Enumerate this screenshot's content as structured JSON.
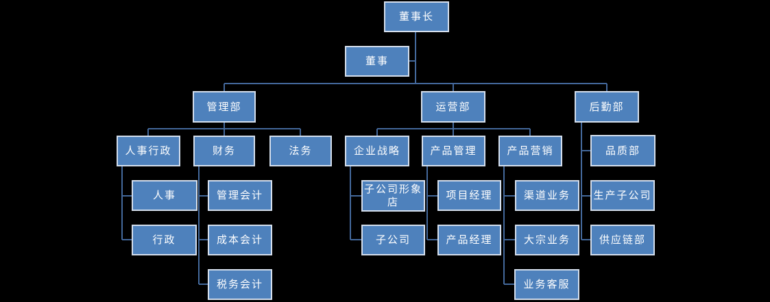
{
  "diagram": {
    "type": "org-chart",
    "colors": {
      "background": "#000000",
      "box_fill": "#4e81bc",
      "box_border": "#d5dfed",
      "connector_line": "#44699c",
      "text": "#ffffff"
    }
  },
  "nodes": {
    "chairman": "董事长",
    "director": "董事",
    "management_dept": "管理部",
    "operations_dept": "运营部",
    "logistics_dept": "后勤部",
    "hr_admin": "人事行政",
    "finance": "财务",
    "legal": "法务",
    "corporate_strategy": "企业战略",
    "product_management": "产品管理",
    "product_marketing": "产品营销",
    "quality_dept": "品质部",
    "hr": "人事",
    "management_accounting": "管理会计",
    "subsidiary_image_store": "子公司形象\n店",
    "project_manager": "项目经理",
    "channel_business": "渠道业务",
    "production_subsidiary": "生产子公司",
    "admin": "行政",
    "cost_accounting": "成本会计",
    "subsidiary": "子公司",
    "product_manager": "产品经理",
    "bulk_business": "大宗业务",
    "supply_chain_dept": "供应链部",
    "tax_accounting": "税务会计",
    "business_customer_service": "业务客服"
  },
  "hierarchy": {
    "root": "董事长",
    "assistant": "董事",
    "branches": [
      {
        "label": "管理部",
        "children": [
          {
            "label": "人事行政",
            "children": [
              "人事",
              "行政"
            ]
          },
          {
            "label": "财务",
            "children": [
              "管理会计",
              "成本会计",
              "税务会计"
            ]
          },
          {
            "label": "法务",
            "children": []
          }
        ]
      },
      {
        "label": "运营部",
        "children": [
          {
            "label": "企业战略",
            "children": [
              "子公司形象店",
              "子公司"
            ]
          },
          {
            "label": "产品管理",
            "children": [
              "项目经理",
              "产品经理"
            ]
          },
          {
            "label": "产品营销",
            "children": [
              "渠道业务",
              "大宗业务",
              "业务客服"
            ]
          }
        ]
      },
      {
        "label": "后勤部",
        "children": [
          {
            "label": "品质部",
            "children": []
          },
          {
            "label": "生产子公司",
            "children": []
          },
          {
            "label": "供应链部",
            "children": []
          }
        ]
      }
    ]
  }
}
